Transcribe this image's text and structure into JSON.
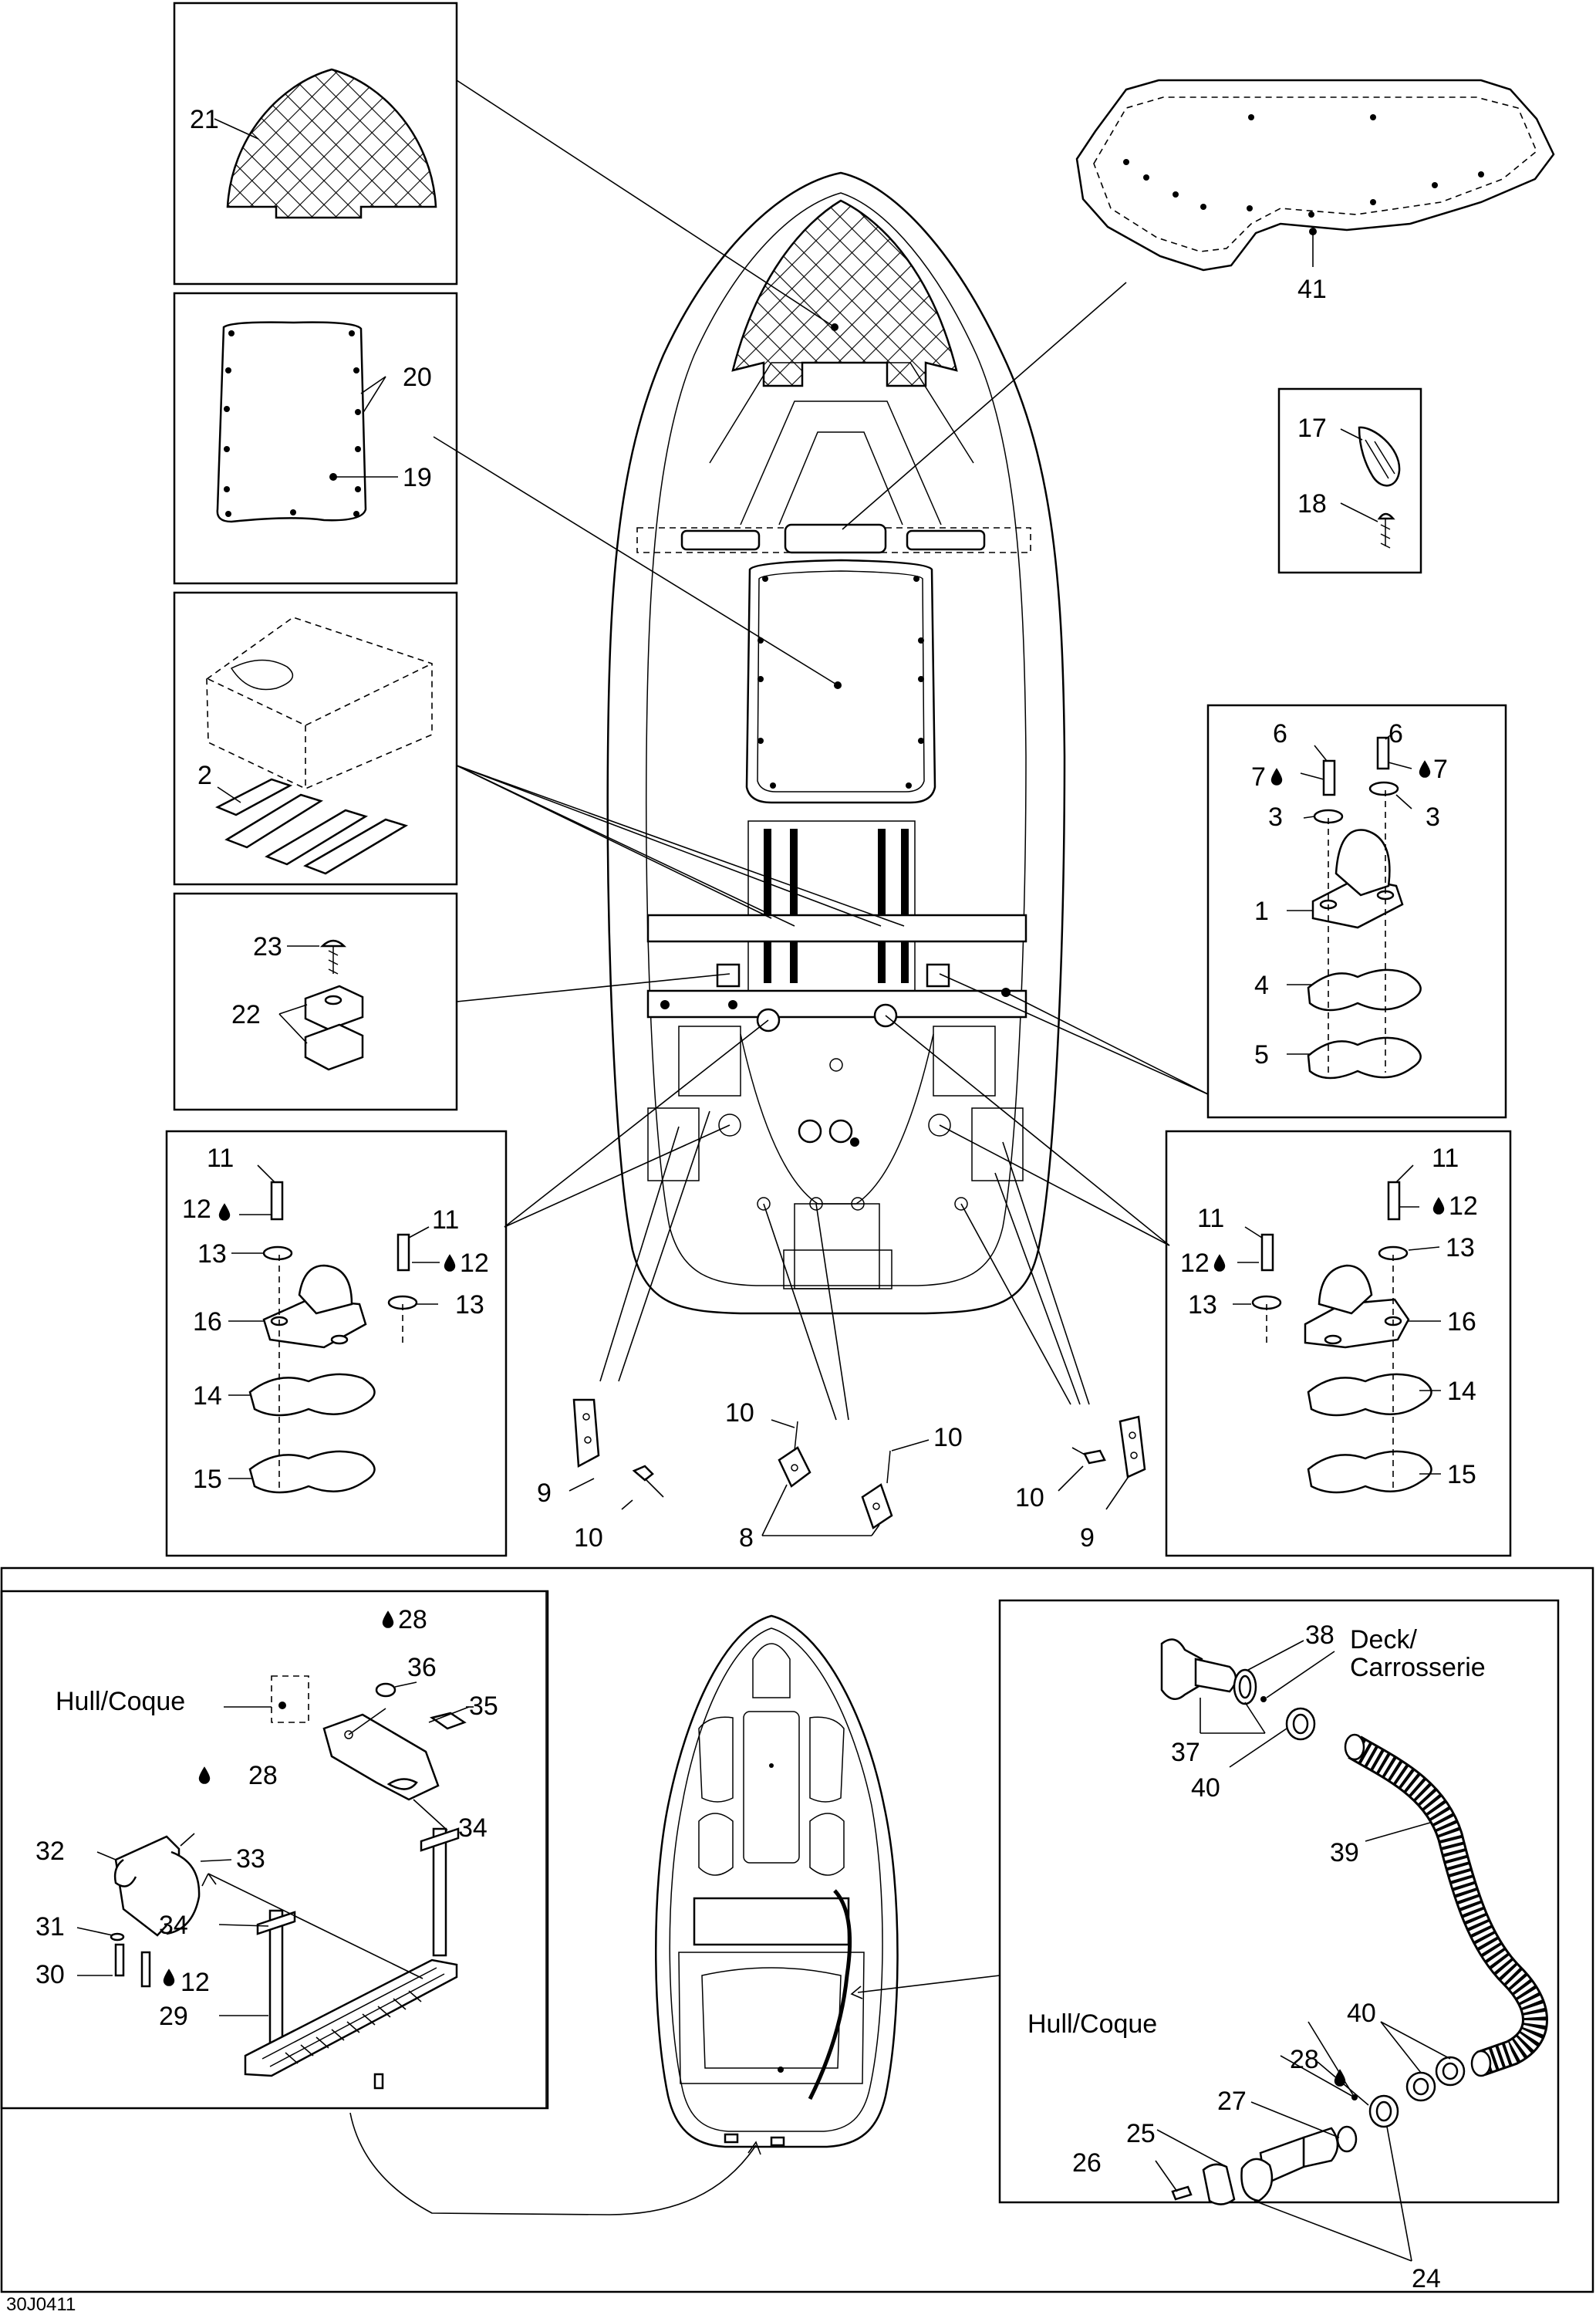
{
  "diagram_code": "30J0411",
  "labels": {
    "l21": "21",
    "l20": "20",
    "l19": "19",
    "l2": "2",
    "l23": "23",
    "l22": "22",
    "l41": "41",
    "l17": "17",
    "l18": "18",
    "r6a": "6",
    "r6b": "6",
    "r7a": "7",
    "r7b": "7",
    "r3a": "3",
    "r3b": "3",
    "r1": "1",
    "r4": "4",
    "r5": "5",
    "la11a": "11",
    "la12a": "12",
    "la13a": "13",
    "la11b": "11",
    "la12b": "12",
    "la13b": "13",
    "la16": "16",
    "la14": "14",
    "la15": "15",
    "rb11a": "11",
    "rb12a": "12",
    "rb13a": "13",
    "rb11b": "11",
    "rb12b": "12",
    "rb13b": "13",
    "rb16": "16",
    "rb14": "14",
    "rb15": "15",
    "m10a": "10",
    "m10b": "10",
    "m10c": "10",
    "m10d": "10",
    "m9a": "9",
    "m9b": "9",
    "m8": "8",
    "b28a": "28",
    "b36": "36",
    "b35": "35",
    "b34a": "34",
    "b28b": "28",
    "b32": "32",
    "b33": "33",
    "b31": "31",
    "b30": "30",
    "b12": "12",
    "b34b": "34",
    "b29": "29",
    "c38": "38",
    "c37": "37",
    "c40a": "40",
    "c39": "39",
    "c40b": "40",
    "c28": "28",
    "c27": "27",
    "c25": "25",
    "c26": "26",
    "c24": "24"
  },
  "text": {
    "hull_left": "Hull/Coque",
    "hull_right": "Hull/Coque",
    "deck_line1": "Deck/",
    "deck_line2": "Carrosserie"
  },
  "icons": [
    "droplet-icon"
  ]
}
